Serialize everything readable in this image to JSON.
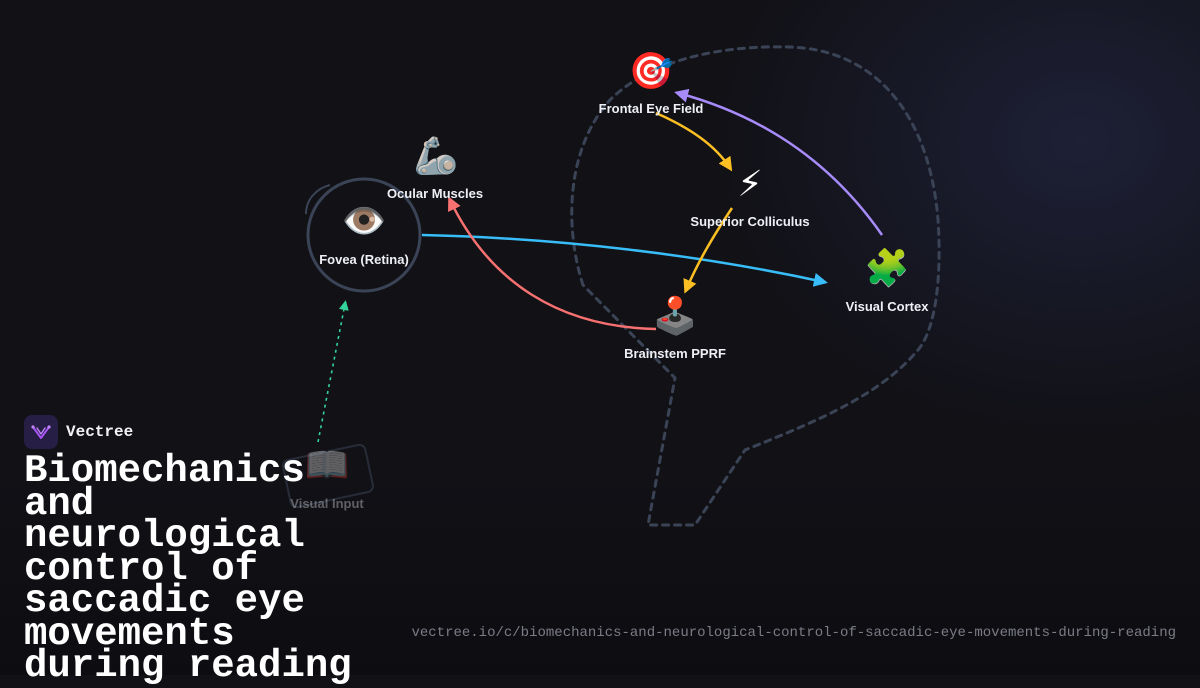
{
  "brand": {
    "name": "Vectree",
    "logo_color": "#261e44",
    "logo_accent": "#a855f7"
  },
  "title": "Biomechanics and neurological control of saccadic eye movements during reading",
  "url": "vectree.io/c/biomechanics-and-neurological-control-of-saccadic-eye-movements-during-reading",
  "diagram": {
    "nodes": {
      "visual_input": {
        "label": "Visual Input",
        "icon": "open-book-icon",
        "glyph": "📖"
      },
      "fovea": {
        "label": "Fovea (Retina)",
        "icon": "eye-icon",
        "glyph": "👁️"
      },
      "ocular_muscles": {
        "label": "Ocular Muscles",
        "icon": "mechanical-arm-icon",
        "glyph": "🦾"
      },
      "frontal_eye_field": {
        "label": "Frontal Eye Field",
        "icon": "target-icon",
        "glyph": "🎯"
      },
      "superior_colliculus": {
        "label": "Superior Colliculus",
        "icon": "lightning-icon",
        "glyph": "⚡"
      },
      "brainstem_pprf": {
        "label": "Brainstem PPRF",
        "icon": "joystick-icon",
        "glyph": "🕹️"
      },
      "visual_cortex": {
        "label": "Visual Cortex",
        "icon": "puzzle-piece-icon",
        "glyph": "🧩"
      }
    },
    "edges": [
      {
        "from": "Visual Input",
        "to": "Fovea (Retina)",
        "color": "#34d399",
        "style": "dotted"
      },
      {
        "from": "Fovea (Retina)",
        "to": "Visual Cortex",
        "color": "#38bdf8",
        "style": "solid"
      },
      {
        "from": "Visual Cortex",
        "to": "Frontal Eye Field",
        "color": "#a78bfa",
        "style": "solid"
      },
      {
        "from": "Frontal Eye Field",
        "to": "Superior Colliculus",
        "color": "#fbbf24",
        "style": "solid"
      },
      {
        "from": "Superior Colliculus",
        "to": "Brainstem PPRF",
        "color": "#fbbf24",
        "style": "solid"
      },
      {
        "from": "Brainstem PPRF",
        "to": "Ocular Muscles",
        "color": "#f87171",
        "style": "solid"
      }
    ],
    "head_outline_color": "#3a4456",
    "eye_ring_color": "#3a4456"
  }
}
